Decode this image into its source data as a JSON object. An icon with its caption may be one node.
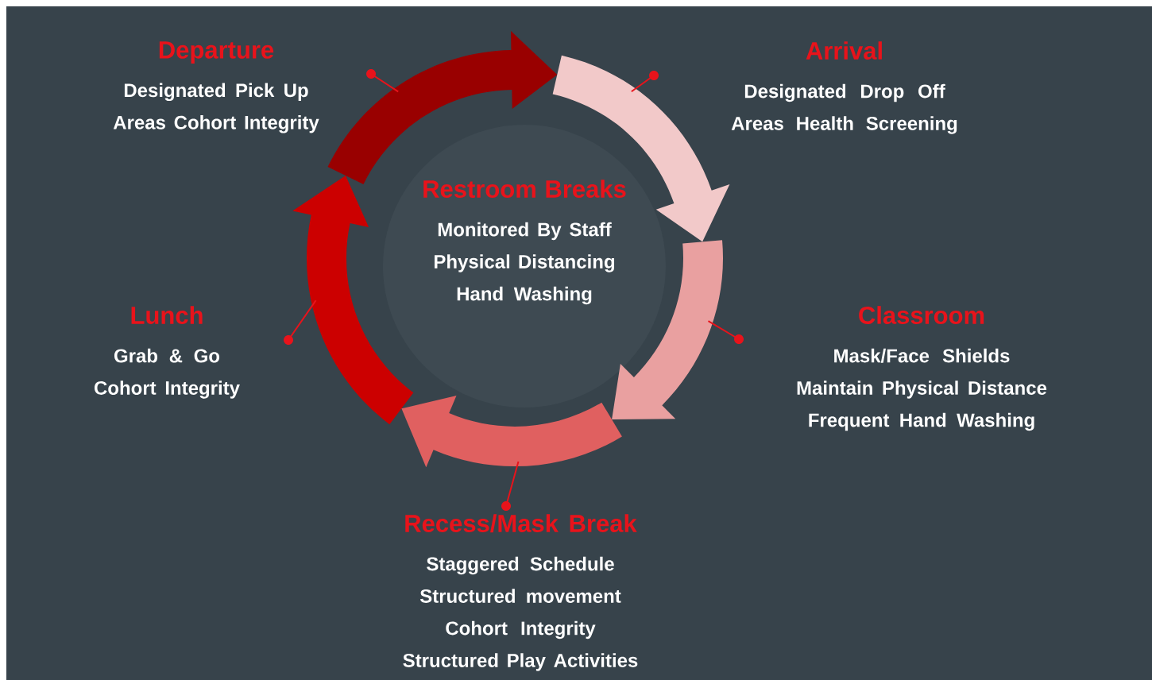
{
  "diagram": {
    "nodes": [
      {
        "text": [
          "Restroom Breaks",
          "Monitored By Staff Physical Distancing Hand Washing"
        ]
      },
      {
        "text": [
          "Departure",
          "Designated Pick Up Areas Cohort Integrity"
        ]
      },
      {
        "text": [
          "Arrival",
          "Designated Drop Off Areas Health Screening"
        ]
      },
      {
        "text": [
          "Lunch",
          "Grab & Go Cohort Integrity"
        ]
      },
      {
        "text": [
          "Classroom",
          "Mask/Face Shields Maintain Physical Distance Frequent Hand Washing"
        ]
      },
      {
        "text": [
          "Recess/Mask Break",
          "Staggered Schedule Structured movement Cohort Integrity Structured Play Activities"
        ]
      },
      {
        "text": [],
        "shape": "arrow"
      },
      {
        "text": [],
        "shape": "arrow"
      },
      {
        "text": [],
        "shape": "arrow"
      },
      {
        "text": [],
        "shape": "arrow"
      },
      {
        "text": [],
        "shape": "arrow"
      }
    ]
  }
}
